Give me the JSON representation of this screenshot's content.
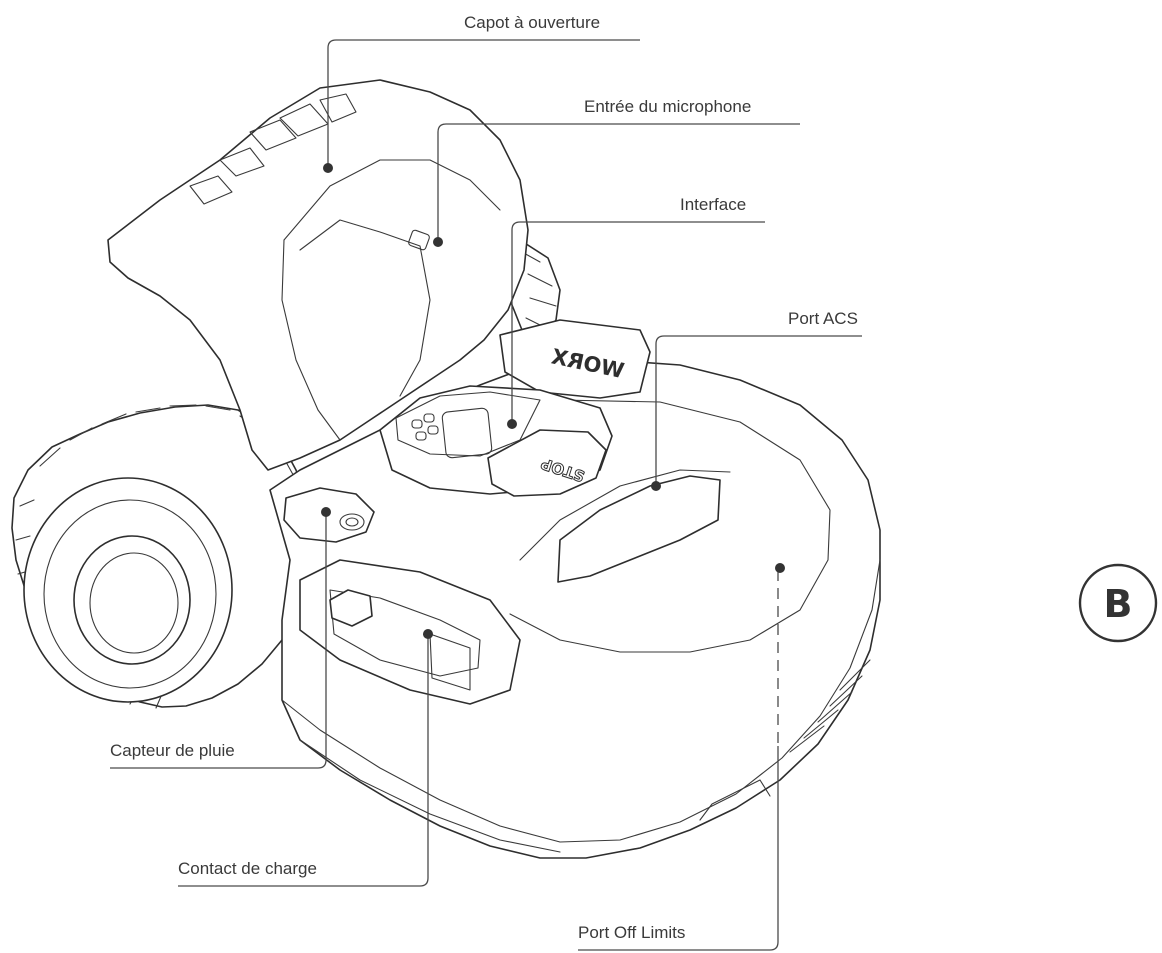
{
  "figure": {
    "badge": "B",
    "brand": "WORX",
    "stop_button": "STOP",
    "callouts": [
      {
        "id": "capot",
        "label": "Capot à ouverture"
      },
      {
        "id": "microphone",
        "label": "Entrée du microphone"
      },
      {
        "id": "interface",
        "label": "Interface"
      },
      {
        "id": "acs",
        "label": "Port ACS"
      },
      {
        "id": "pluie",
        "label": "Capteur de pluie"
      },
      {
        "id": "charge",
        "label": "Contact de charge"
      },
      {
        "id": "offlimits",
        "label": "Port Off Limits"
      }
    ]
  }
}
